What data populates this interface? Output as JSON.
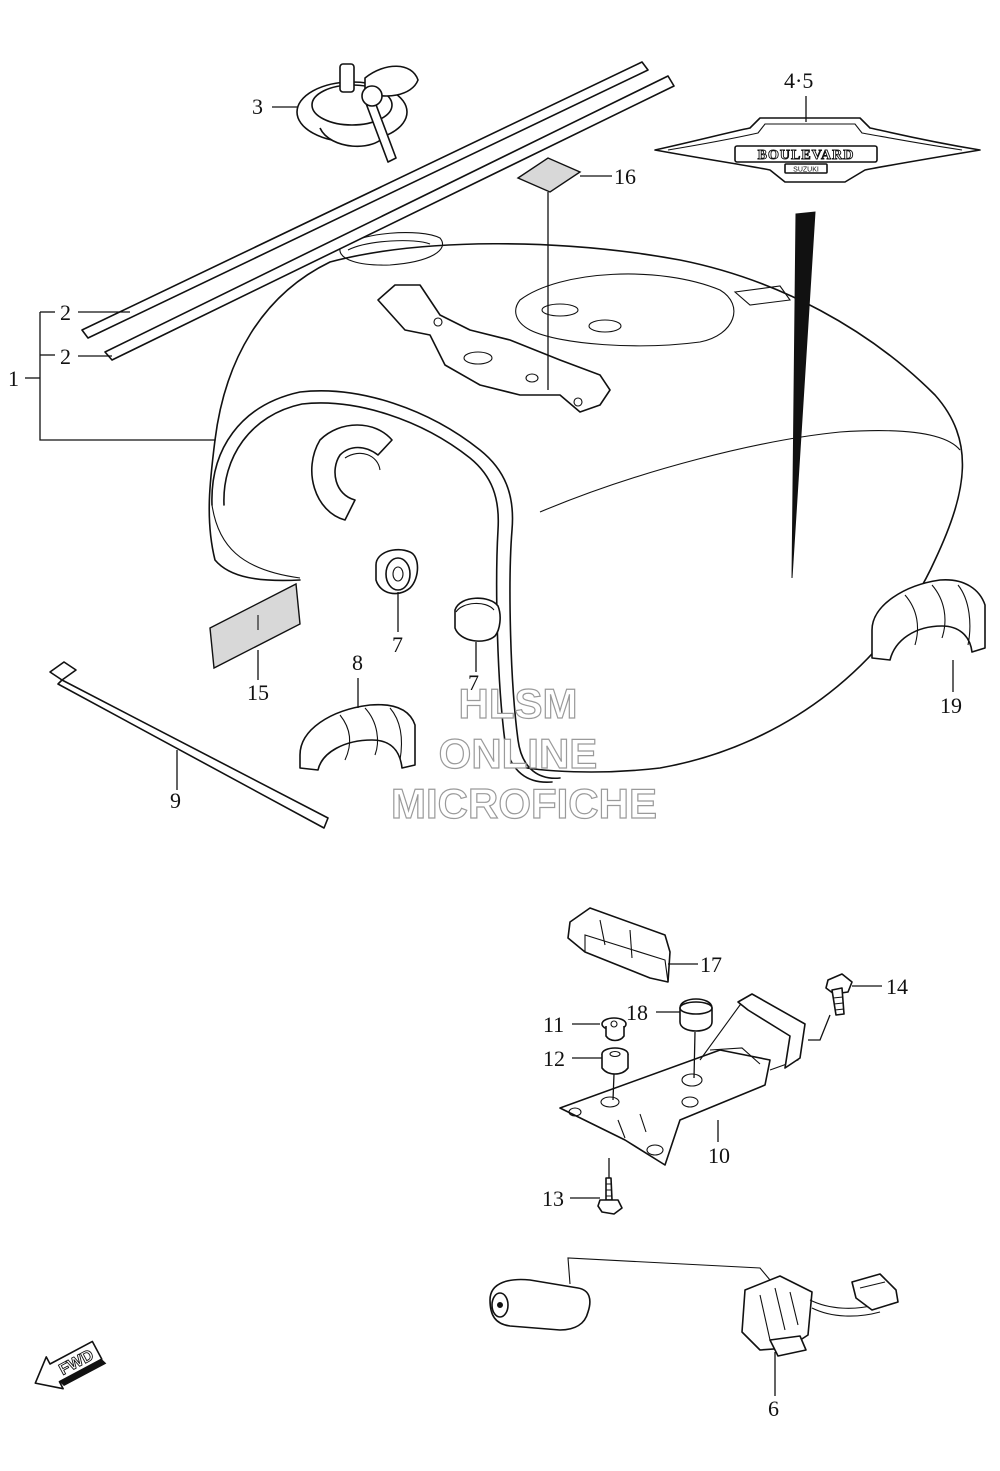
{
  "diagram": {
    "labels": {
      "p1": "1",
      "p2a": "2",
      "p2b": "2",
      "p3": "3",
      "p45": "4·5",
      "p6": "6",
      "p7a": "7",
      "p7b": "7",
      "p8": "8",
      "p9": "9",
      "p10": "10",
      "p11": "11",
      "p12": "12",
      "p13": "13",
      "p14": "14",
      "p15": "15",
      "p16": "16",
      "p17": "17",
      "p18": "18",
      "p19": "19"
    },
    "emblem": {
      "brand": "BOULEVARD",
      "maker": "SUZUKI"
    },
    "watermark": {
      "line1": "HLSM",
      "line2": "ONLINE",
      "line3": "MICROFICHE"
    },
    "fwd_label": "FWD"
  }
}
